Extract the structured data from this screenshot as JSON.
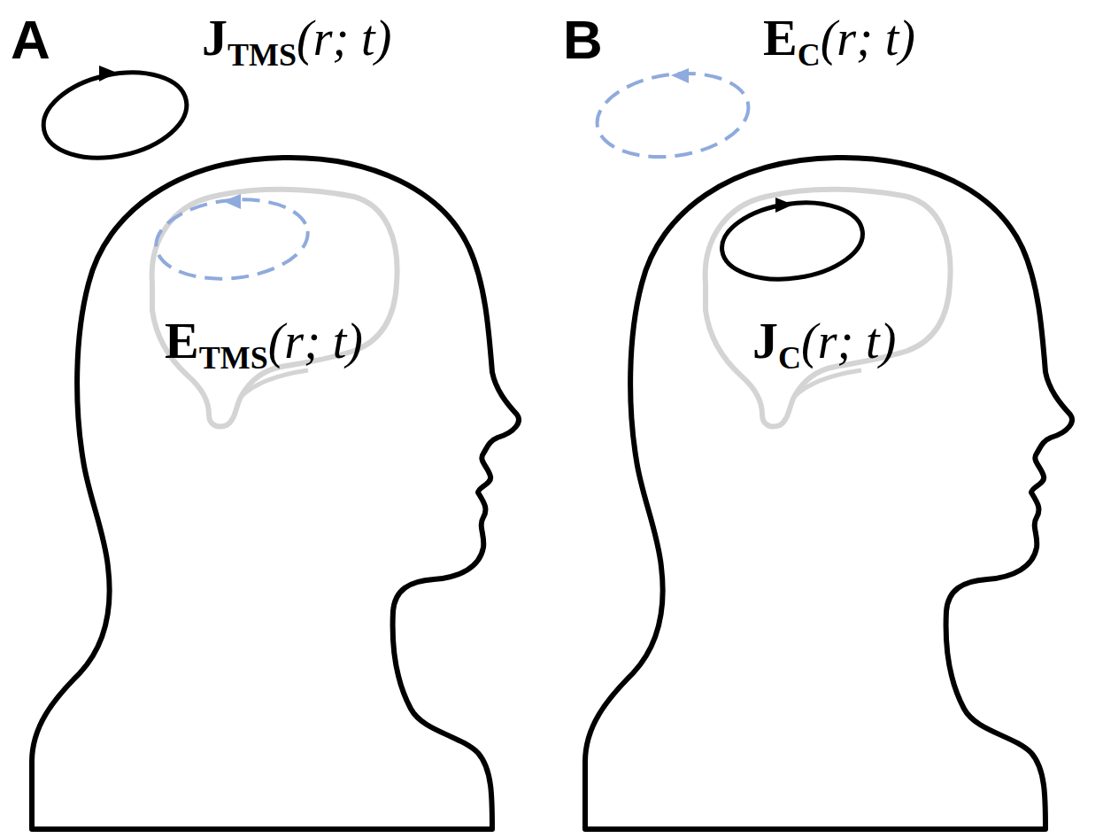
{
  "diagram": {
    "labels": [
      "A",
      "J",
      "TMS",
      "(r; t)",
      "E",
      "TMS",
      "(r; t)",
      "B",
      "E",
      "C",
      "(r; t)",
      "J",
      "C",
      "(r; t)"
    ]
  }
}
